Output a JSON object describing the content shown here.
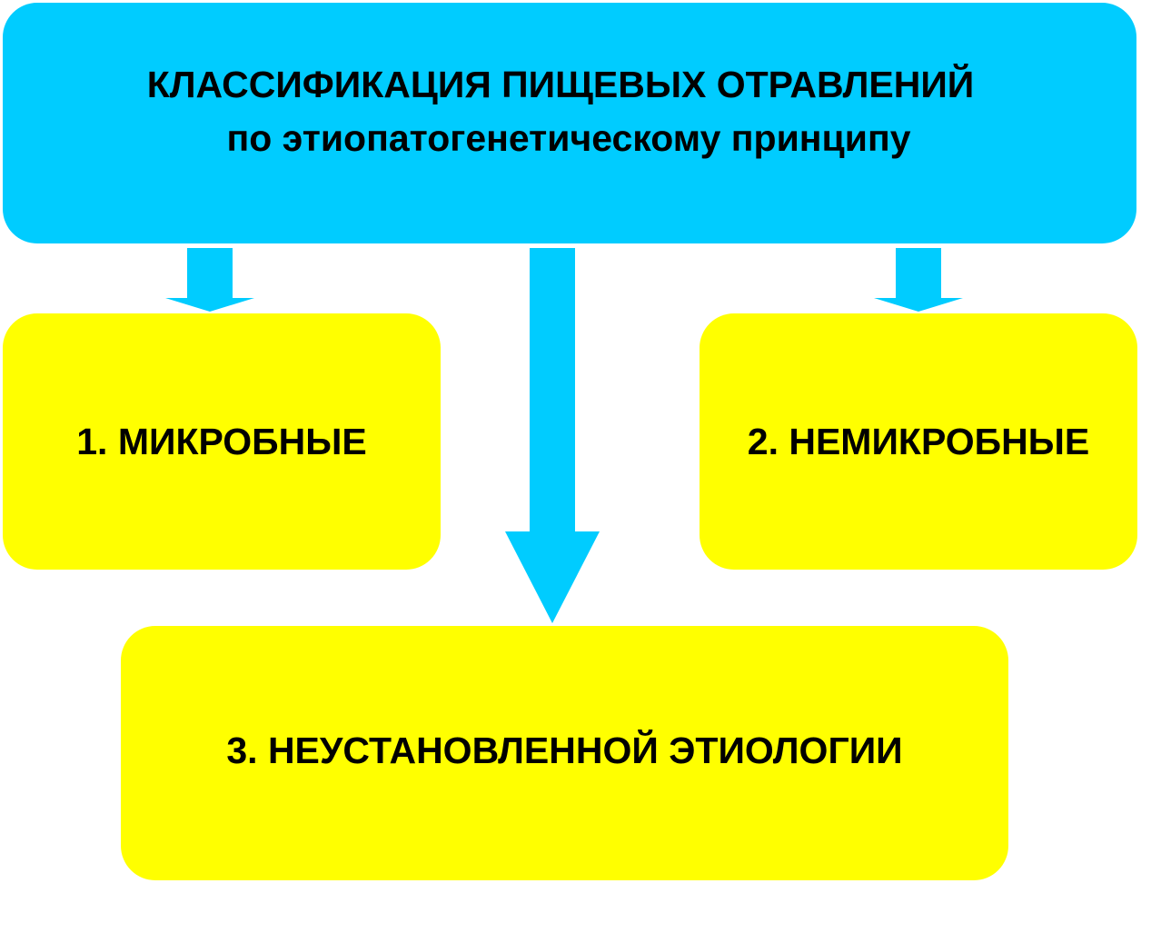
{
  "colors": {
    "title_fill": "#00ccff",
    "category_fill": "#ffff00",
    "arrow_fill": "#00ccff",
    "text": "#000000"
  },
  "title": {
    "line1": "КЛАССИФИКАЦИЯ ПИЩЕВЫХ ОТРАВЛЕНИЙ",
    "line2": "по этиопатогенетическому  принципу"
  },
  "categories": [
    {
      "label": "1. МИКРОБНЫЕ"
    },
    {
      "label": "2. НЕМИКРОБНЫЕ"
    },
    {
      "label": "3. НЕУСТАНОВЛЕННОЙ ЭТИОЛОГИИ"
    }
  ]
}
